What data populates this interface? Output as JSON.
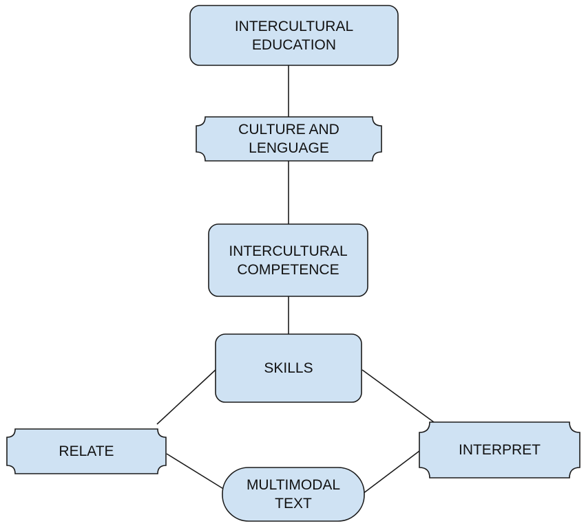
{
  "nodes": {
    "intercultural_education": {
      "label": "INTERCULTURAL\nEDUCATION"
    },
    "culture_and_language": {
      "label": "CULTURE AND\nLENGUAGE"
    },
    "intercultural_competence": {
      "label": "INTERCULTURAL\nCOMPETENCE"
    },
    "skills": {
      "label": "SKILLS"
    },
    "relate": {
      "label": "RELATE"
    },
    "interpret": {
      "label": "INTERPRET"
    },
    "multimodal_text": {
      "label": "MULTIMODAL\nTEXT"
    }
  },
  "colors": {
    "fill": "#cfe2f3",
    "stroke": "#1a1a1a",
    "connector": "#1a1a1a"
  }
}
